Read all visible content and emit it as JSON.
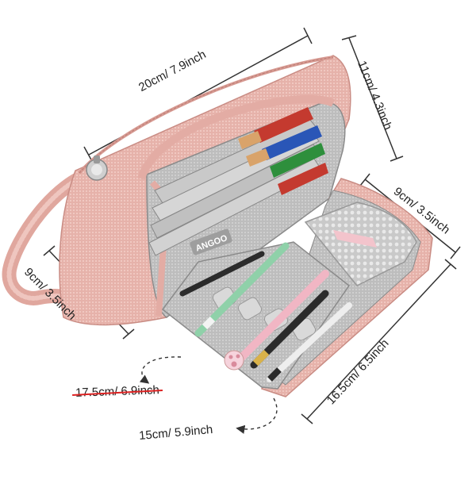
{
  "dimensions": {
    "length": "20cm/ 7.9inch",
    "height_right": "11cm/ 4.3inch",
    "flap_width": "9cm/ 3.5inch",
    "height_left": "9cm/ 3.5inch",
    "open_length": "16.5cm/ 6.5inch",
    "old_handle_length": "17.5cm/ 6.9inch",
    "new_handle_length": "15cm/ 5.9inch"
  },
  "brand_tag": "ANGOO",
  "colors": {
    "case_pink": "#e8b5ad",
    "interior_gray": "#b8b8b8",
    "strike_red": "#d22222"
  }
}
